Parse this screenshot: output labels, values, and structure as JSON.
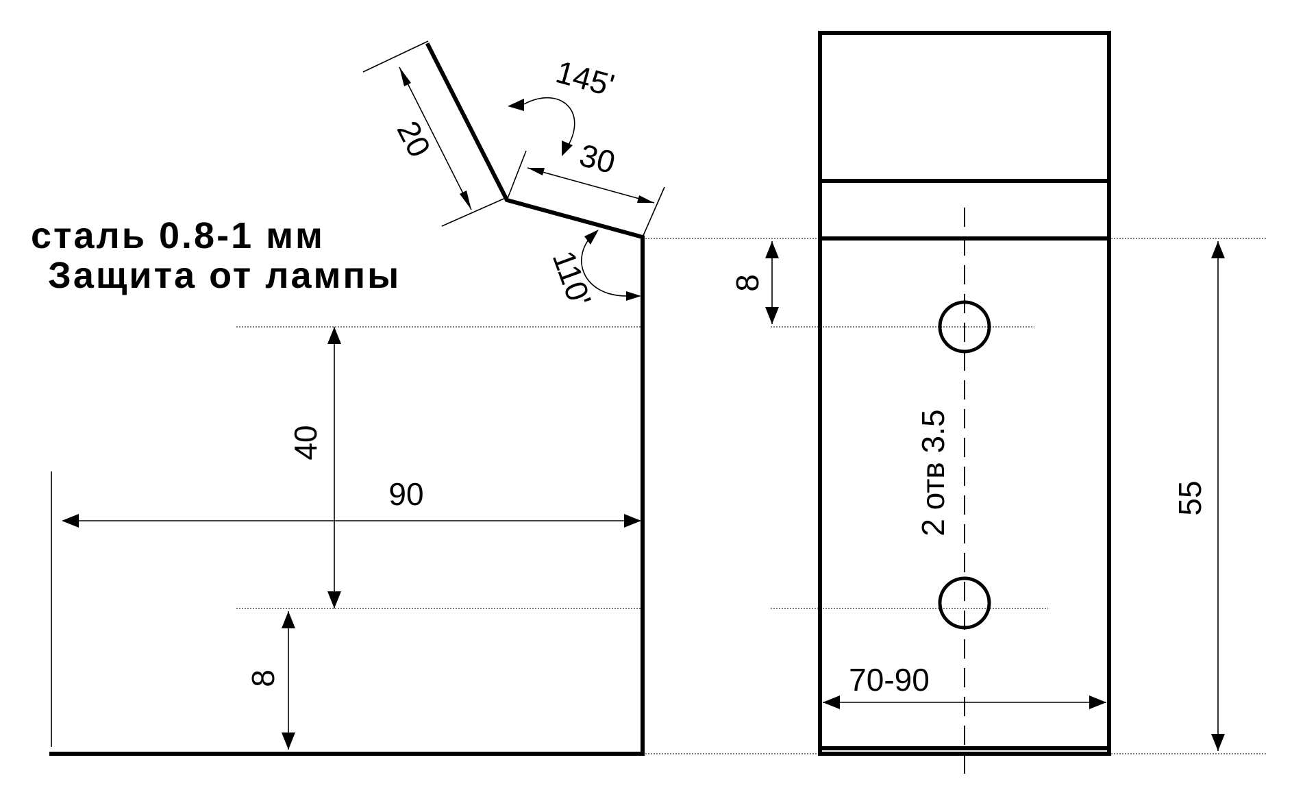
{
  "title": {
    "line1": "сталь 0.8-1 мм",
    "line2": "Защита от лампы"
  },
  "side_view": {
    "dim_top_flange": "20",
    "dim_slope": "30",
    "angle_top": "145'",
    "angle_bottom": "110'",
    "dim_height": "40",
    "dim_width": "90",
    "dim_bottom": "8"
  },
  "front_view": {
    "dim_top": "8",
    "dim_height": "55",
    "dim_width": "70-90",
    "holes_label": "2 отв 3.5"
  }
}
